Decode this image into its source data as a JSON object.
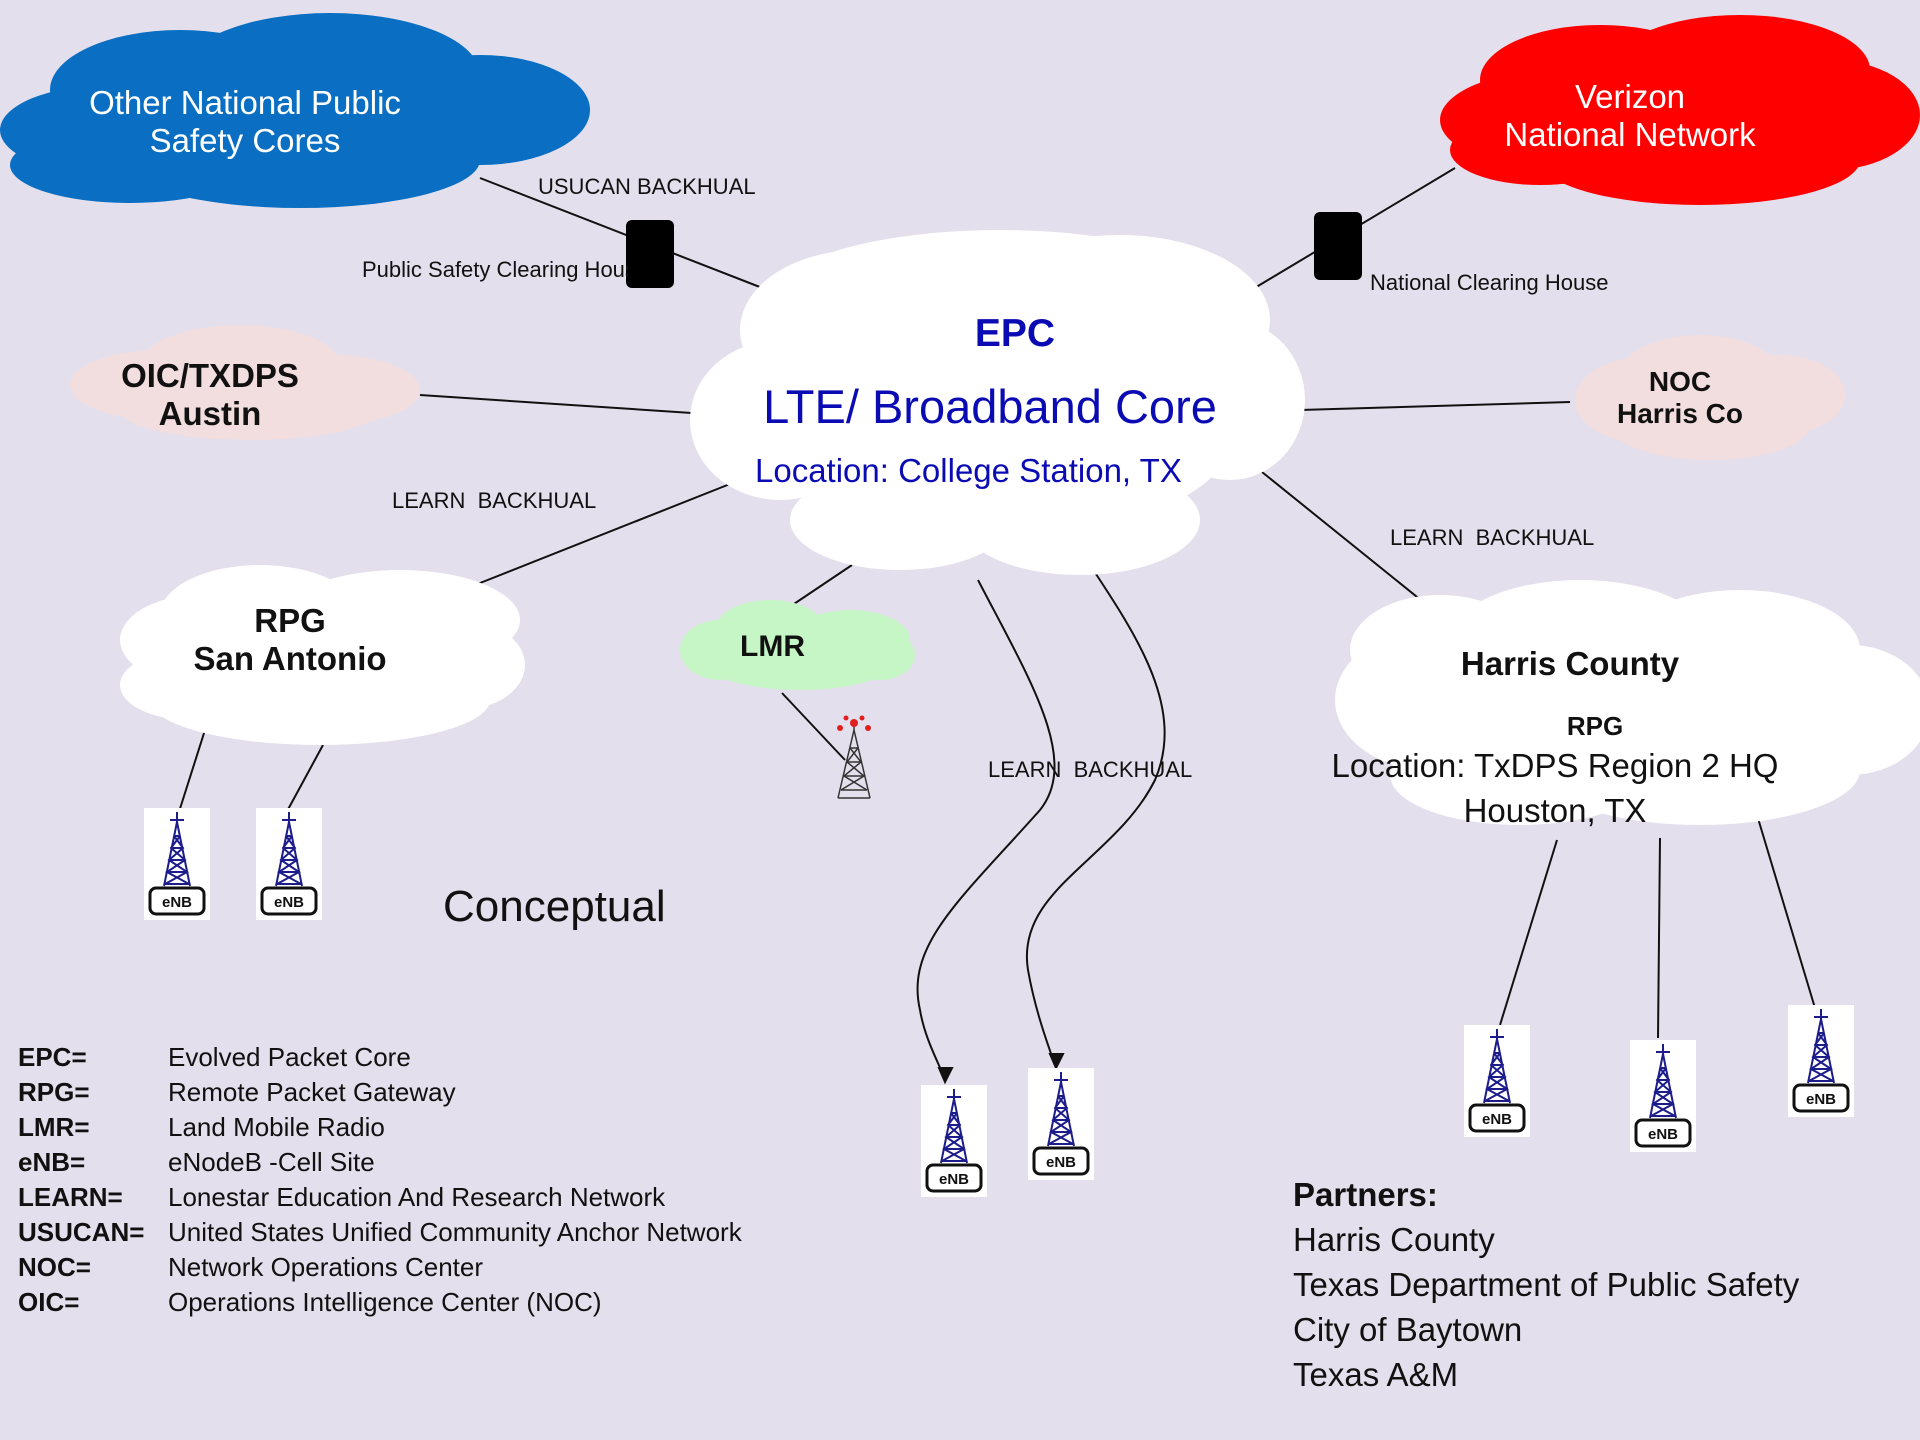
{
  "colors": {
    "background": "#e4dfec",
    "epc_text": "#0b0bb4",
    "cloud_blue": "#0a6fc2",
    "cloud_red": "#ff0000",
    "cloud_pink": "#f2dede",
    "cloud_green": "#c6f6c6",
    "cloud_white": "#ffffff",
    "tower": "#1c1c8a"
  },
  "clouds": {
    "other_cores": {
      "line1": "Other National Public",
      "line2": "Safety Cores"
    },
    "verizon": {
      "line1": "Verizon",
      "line2": "National Network"
    },
    "epc": {
      "title": "EPC",
      "subtitle": "LTE/ Broadband Core",
      "location": "Location: College Station, TX"
    },
    "oic": {
      "line1": "OIC/TXDPS",
      "line2": "Austin"
    },
    "noc": {
      "line1": "NOC",
      "line2": "Harris Co"
    },
    "rpg_sa": {
      "line1": "RPG",
      "line2": "San Antonio"
    },
    "lmr": {
      "label": "LMR"
    },
    "harris": {
      "title": "Harris County",
      "rpg": "RPG",
      "location1": "Location: TxDPS Region 2 HQ",
      "location2": "Houston, TX"
    }
  },
  "links": {
    "usucan": "USUCAN BACKHUAL",
    "ps_clearing": "Public Safety Clearing House",
    "national_clearing": "National Clearing House",
    "learn_left": "LEARN  BACKHUAL",
    "learn_right": "LEARN  BACKHUAL",
    "learn_center": "LEARN  BACKHUAL"
  },
  "enb_label": "eNB",
  "conceptual": "Conceptual",
  "legend": [
    {
      "term": "EPC=",
      "def": "Evolved Packet Core"
    },
    {
      "term": "RPG=",
      "def": "Remote Packet Gateway"
    },
    {
      "term": "LMR=",
      "def": "Land Mobile Radio"
    },
    {
      "term": "eNB=",
      "def": "eNodeB -Cell Site"
    },
    {
      "term": "LEARN=",
      "def": "Lonestar Education And Research Network"
    },
    {
      "term": "USUCAN=",
      "def": "United States Unified Community Anchor Network"
    },
    {
      "term": "NOC=",
      "def": "Network Operations Center"
    },
    {
      "term": "OIC=",
      "def": "Operations Intelligence Center (NOC)"
    }
  ],
  "partners": {
    "title": "Partners:",
    "items": [
      "Harris County",
      "Texas Department of Public Safety",
      "City of Baytown",
      "Texas A&M"
    ]
  }
}
